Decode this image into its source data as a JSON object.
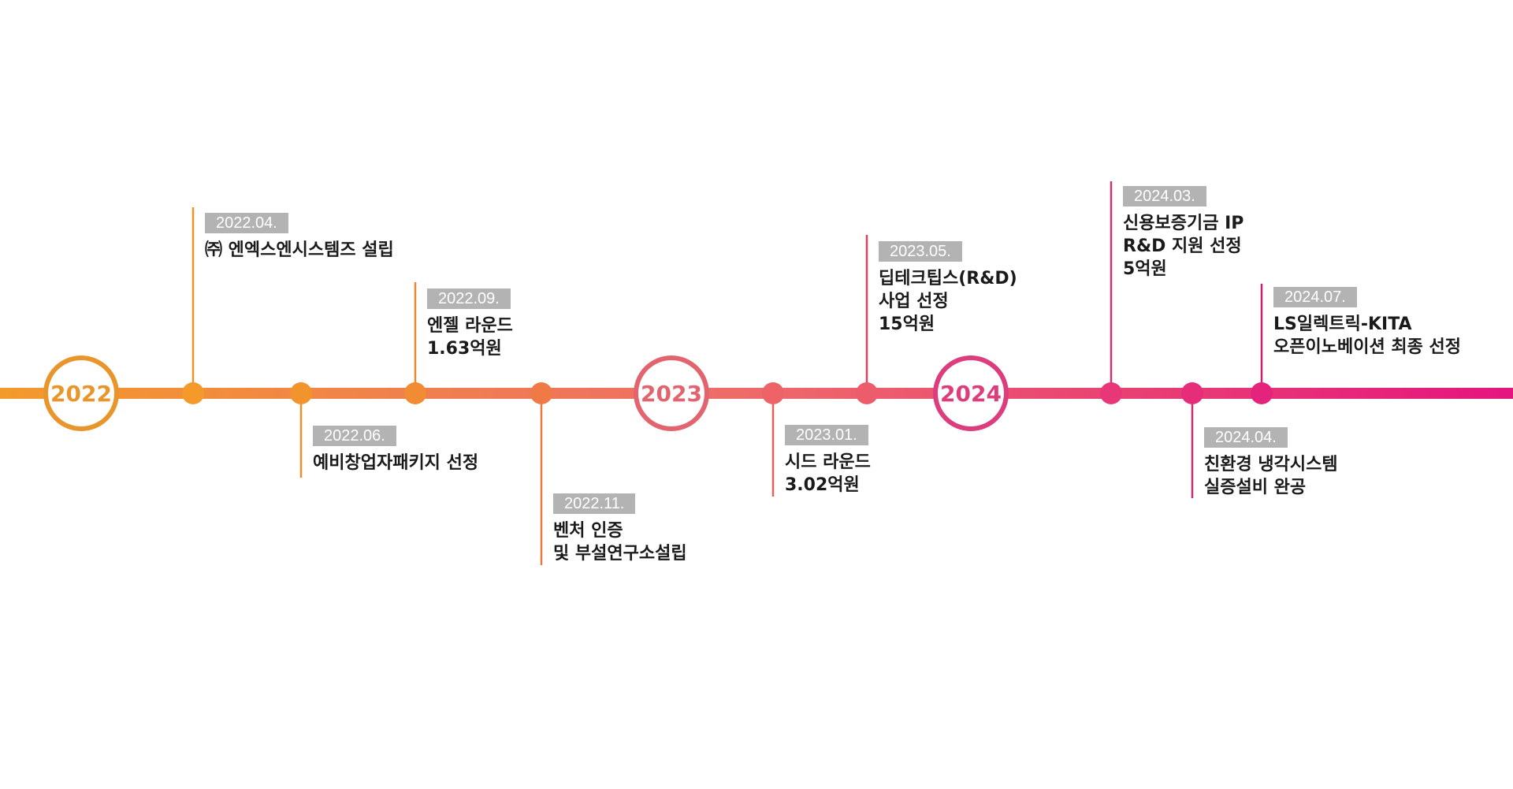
{
  "colors": {
    "line_start": "#F39A2B",
    "line_mid": "#EE6A6A",
    "line_end": "#E4157E",
    "badge": "#b3b3b3"
  },
  "years": [
    {
      "label": "2022",
      "color": "#E8962C"
    },
    {
      "label": "2023",
      "color": "#E2646E"
    },
    {
      "label": "2024",
      "color": "#DC3D7C"
    }
  ],
  "events": [
    {
      "date": "2022.04.",
      "lines": [
        "㈜ 엔엑스엔시스템즈 설립"
      ]
    },
    {
      "date": "2022.06.",
      "lines": [
        "예비창업자패키지 선정"
      ]
    },
    {
      "date": "2022.09.",
      "lines": [
        "엔젤 라운드",
        "1.63억원"
      ]
    },
    {
      "date": "2022.11.",
      "lines": [
        "벤처 인증",
        "및 부설연구소설립"
      ]
    },
    {
      "date": "2023.01.",
      "lines": [
        "시드 라운드",
        "3.02억원"
      ]
    },
    {
      "date": "2023.05.",
      "lines": [
        "딥테크팁스(R&D)",
        "사업 선정",
        "15억원"
      ]
    },
    {
      "date": "2024.03.",
      "lines": [
        "신용보증기금 IP",
        "R&D 지원 선정",
        "5억원"
      ]
    },
    {
      "date": "2024.04.",
      "lines": [
        "친환경 냉각시스템",
        "실증설비 완공"
      ]
    },
    {
      "date": "2024.07.",
      "lines": [
        "LS일렉트릭-KITA",
        "오픈이노베이션 최종 선정"
      ]
    }
  ]
}
